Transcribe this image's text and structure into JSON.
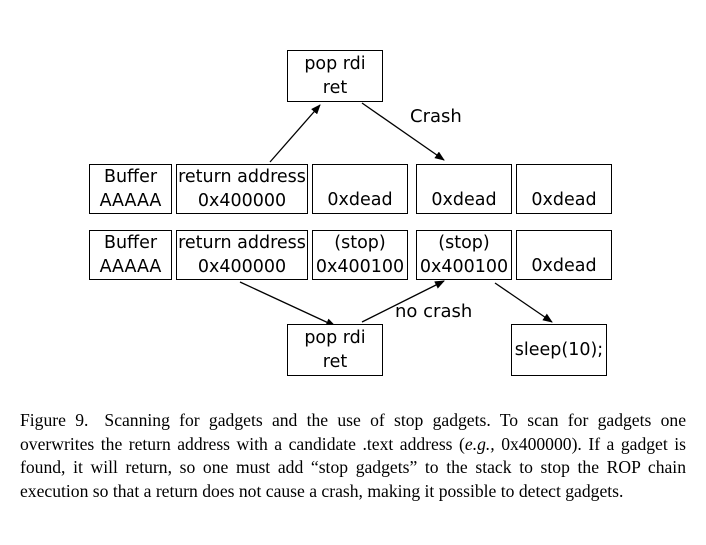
{
  "diagram": {
    "top_gadget": {
      "line1": "pop rdi",
      "line2": "ret"
    },
    "crash_label": "Crash",
    "row1": {
      "buffer": {
        "line1": "Buffer",
        "line2": "AAAAA"
      },
      "ret_addr": {
        "line1": "return address",
        "line2": "0x400000"
      },
      "cell3": "0xdead",
      "cell4": "0xdead",
      "cell5": "0xdead"
    },
    "row2": {
      "buffer": {
        "line1": "Buffer",
        "line2": "AAAAA"
      },
      "ret_addr": {
        "line1": "return address",
        "line2": "0x400000"
      },
      "stop1": {
        "line1": "(stop)",
        "line2": "0x400100"
      },
      "stop2": {
        "line1": "(stop)",
        "line2": "0x400100"
      },
      "cell5": "0xdead"
    },
    "no_crash_label": "no crash",
    "bottom_gadget": {
      "line1": "pop rdi",
      "line2": "ret"
    },
    "sleep_box": "sleep(10);"
  },
  "caption": {
    "figure_label": "Figure 9.",
    "text_before_eg": "Scanning for gadgets and the use of stop gadgets. To scan for gadgets one overwrites the return address with a candidate .text address (",
    "eg": "e.g.,",
    "text_after_eg": " 0x400000). If a gadget is found, it will return, so one must add “stop gadgets” to the stack to stop the ROP chain execution so that a return does not cause a crash, making it possible to detect gadgets."
  }
}
